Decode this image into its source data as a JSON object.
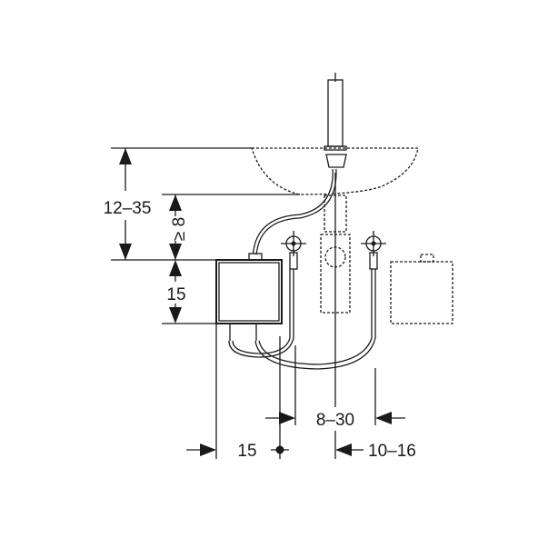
{
  "diagram": {
    "title": "Basin tap with under-basin control unit – installation dimensions",
    "dimensions": {
      "basin_to_box_top": "12–35",
      "basin_bottom_clearance": "≥ 8",
      "box_height": "15",
      "valve_spacing": "8–30",
      "box_offset": "15",
      "outlet_offset": "10–16"
    }
  }
}
